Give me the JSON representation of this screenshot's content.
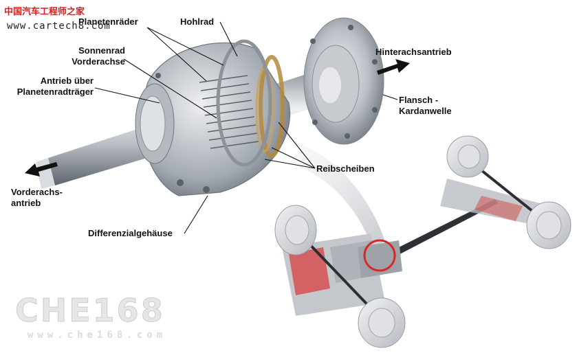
{
  "watermark": {
    "site_cn": "中国汽车工程师之家",
    "site_url": "www.cartech8.com",
    "logo_text": "CHE168",
    "logo_url": "www.che168.com"
  },
  "labels": {
    "planetenraeder": "Planetenräder",
    "hohlrad": "Hohlrad",
    "sonnenrad_l1": "Sonnenrad",
    "sonnenrad_l2": "Vorderachse",
    "antrieb_l1": "Antrieb über",
    "antrieb_l2": "Planetenradträger",
    "hinterachsantrieb": "Hinterachsantrieb",
    "flansch_l1": "Flansch -",
    "flansch_l2": "Kardanwelle",
    "reibscheiben": "Reibscheiben",
    "vorderachs_l1": "Vorderachs-",
    "vorderachs_l2": "antrieb",
    "differenzialgehaeuse": "Differenzialgehäuse"
  },
  "colors": {
    "metal_light": "#e4e6ea",
    "metal_mid": "#aeb3ba",
    "metal_dark": "#6d737b",
    "highlight_ring": "#d62828",
    "engine_red": "#d94040",
    "arrow": "#111111"
  }
}
